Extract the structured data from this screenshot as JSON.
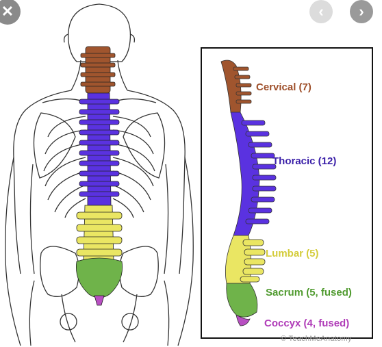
{
  "navigation": {
    "close_glyph": "✕",
    "prev_glyph": "‹",
    "next_glyph": "›"
  },
  "labels": [
    {
      "id": "cervical",
      "text": "Cervical (7)",
      "color": "#9e4f2a"
    },
    {
      "id": "thoracic",
      "text": "Thoracic (12)",
      "color": "#3a1fa8"
    },
    {
      "id": "lumbar",
      "text": "Lumbar (5)",
      "color": "#d4cc3a"
    },
    {
      "id": "sacrum",
      "text": "Sacrum (5, fused)",
      "color": "#4f9a2e"
    },
    {
      "id": "coccyx",
      "text": "Coccyx (4, fused)",
      "color": "#b03cb8"
    }
  ],
  "credit": "© TeachMeAnatomy",
  "colors": {
    "cervical": "#a0552e",
    "thoracic": "#5a32e0",
    "lumbar": "#eae663",
    "sacrum": "#6fb34a",
    "coccyx": "#b84fc2",
    "outline": "#333333"
  }
}
